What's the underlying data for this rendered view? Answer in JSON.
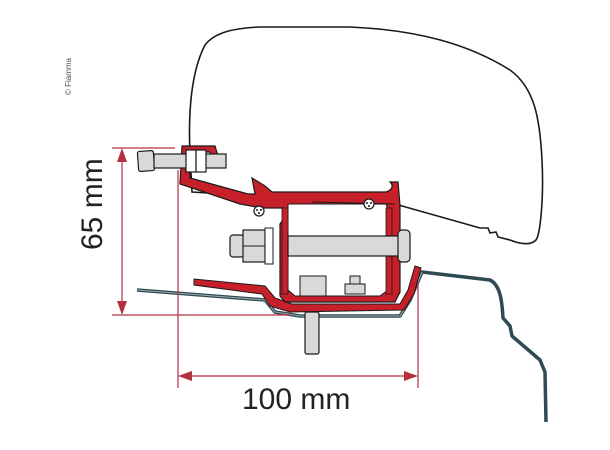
{
  "copyright": "© Fiamma",
  "dimensions": {
    "height_label": "65 mm",
    "width_label": "100 mm"
  },
  "colors": {
    "bracket_red": "#c8202a",
    "dimension_line": "#b23040",
    "vehicle_roof": "#2e4a52",
    "bolt_gray": "#d9d9d9",
    "outline": "#1a1a1a"
  },
  "parts": {
    "awning_cassette": "awning housing",
    "adapter_bracket": "red adapter bracket",
    "mounting_bolt": "horizontal bolt",
    "vehicle_roof_profile": "van roof profile"
  }
}
